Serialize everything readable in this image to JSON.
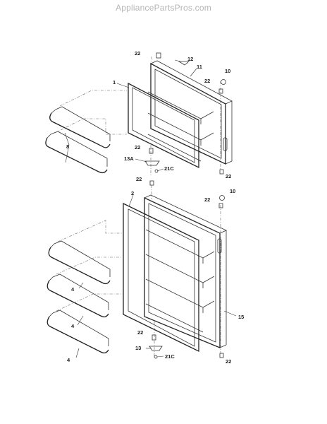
{
  "watermark": "AppliancePartsPros.com",
  "callouts": {
    "c1": "1",
    "c2": "2",
    "c4a": "4",
    "c4b": "4",
    "c4c": "4",
    "c8": "8",
    "c10a": "10",
    "c10b": "10",
    "c11": "11",
    "c12": "12",
    "c13": "13",
    "c13a": "13A",
    "c15": "15",
    "c21ca": "21C",
    "c21cb": "21C",
    "c22a": "22",
    "c22b": "22",
    "c22c": "22",
    "c22d": "22",
    "c22e": "22",
    "c22f": "22",
    "c22g": "22",
    "c22h": "22"
  }
}
